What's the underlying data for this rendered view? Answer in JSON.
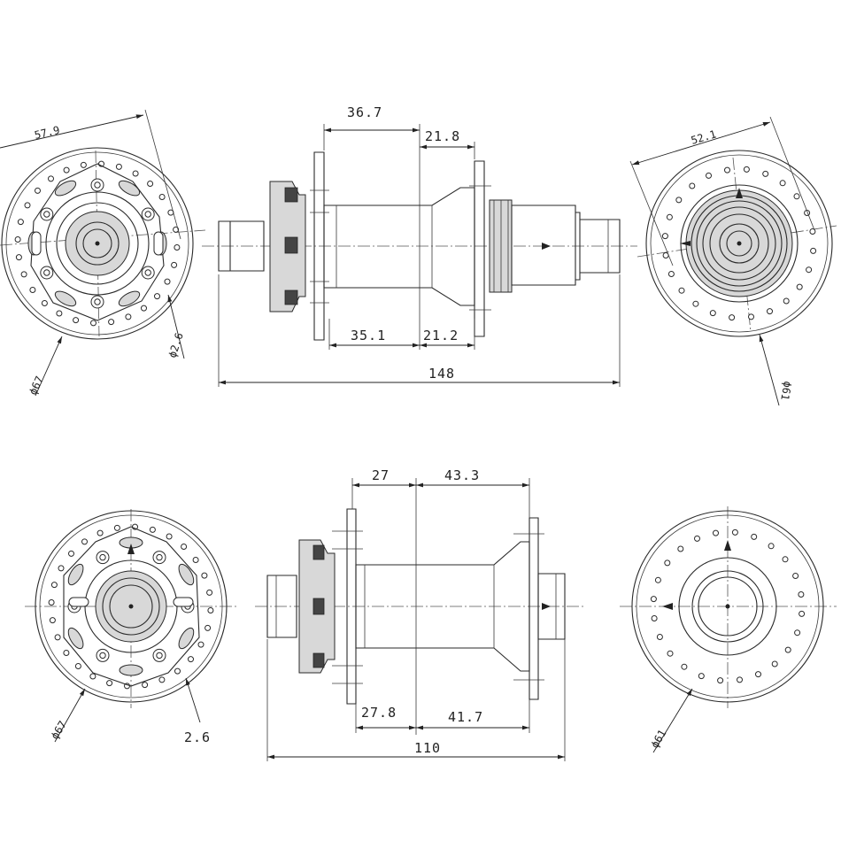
{
  "rear_hub": {
    "side_view_dims": {
      "left_flange_to_center": "36.7",
      "center_to_right_flange": "21.8",
      "bottom_left": "35.1",
      "bottom_right": "21.2",
      "overall_width": "148"
    },
    "left_view_dims": {
      "pcd": "57.9",
      "flange_diameter": "ϕ67",
      "spoke_hole": "ϕ2.6"
    },
    "right_view_dims": {
      "pcd": "52.1",
      "flange_diameter": "ϕ61"
    }
  },
  "front_hub": {
    "side_view_dims": {
      "left_flange_to_center": "27",
      "center_to_right_flange": "43.3",
      "bottom_left": "27.8",
      "bottom_right": "41.7",
      "overall_width": "110"
    },
    "left_view_dims": {
      "flange_diameter": "ϕ67",
      "spoke_hole": "2.6"
    },
    "right_view_dims": {
      "flange_diameter": "ϕ61"
    }
  }
}
